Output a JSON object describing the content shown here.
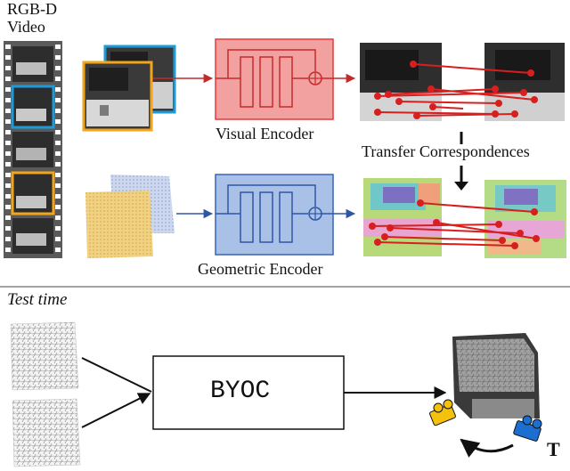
{
  "labels": {
    "input": "RGB-D\nVideo",
    "visual_encoder": "Visual Encoder",
    "geometric_encoder": "Geometric Encoder",
    "transfer": "Transfer Correspondences",
    "test_time": "Test time",
    "byoc": "BYOC",
    "transform": "T"
  },
  "colors": {
    "visual": "#e33c3c",
    "visual_fill": "#f2a0a0",
    "geometric": "#3b63b4",
    "geometric_fill": "#a9c1e6",
    "frame_orange": "#f2a51a",
    "frame_blue": "#1e9bd7",
    "camera_yellow": "#f4c10c",
    "camera_blue": "#1a6fd1"
  }
}
